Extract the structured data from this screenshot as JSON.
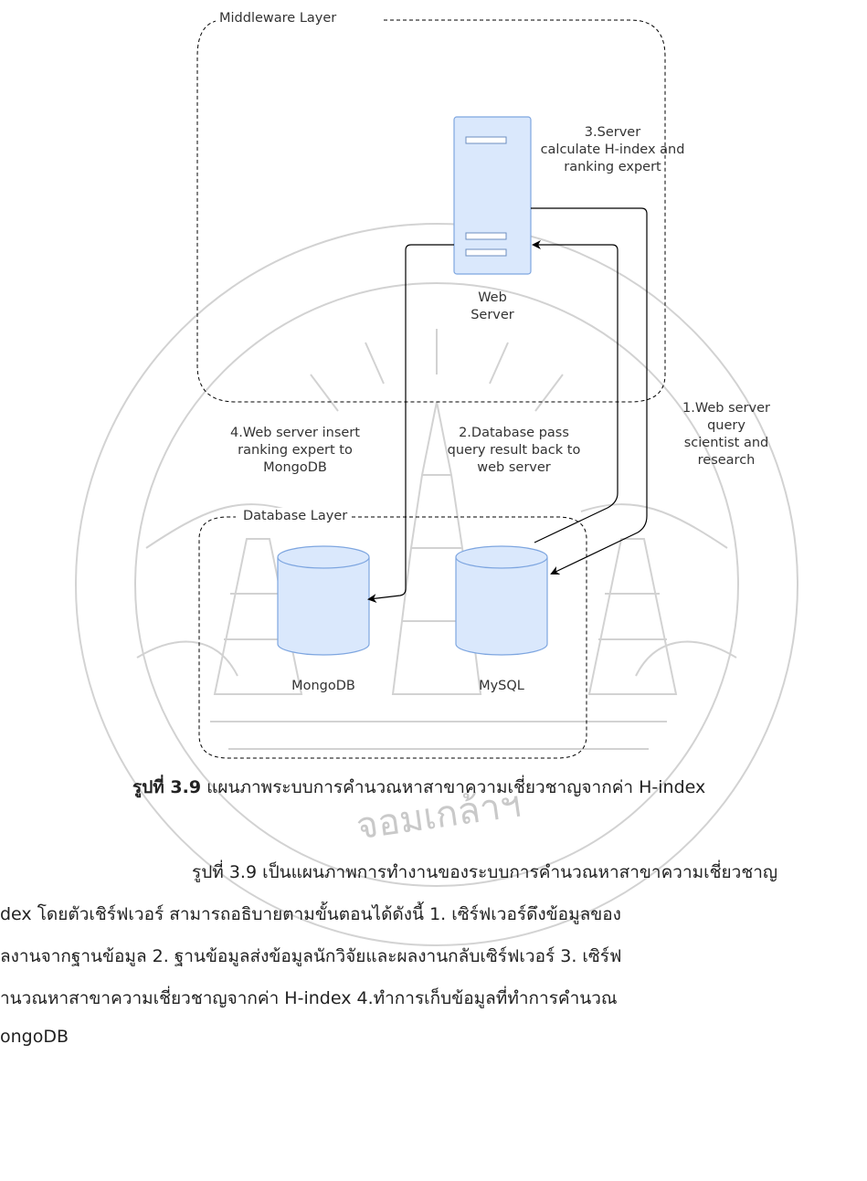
{
  "diagram": {
    "middleware_layer_label": "Middleware Layer",
    "database_layer_label": "Database Layer",
    "web_server_label": [
      "Web",
      "Server"
    ],
    "mongodb_label": "MongoDB",
    "mysql_label": "MySQL",
    "step3_label": [
      "3.Server",
      "calculate H-index and",
      "ranking expert"
    ],
    "step4_label": [
      "4.Web server insert",
      "ranking expert to",
      "MongoDB"
    ],
    "step2_label": [
      "2.Database pass",
      "query result back to",
      "web server"
    ],
    "step1_label": [
      "1.Web server",
      "query",
      "scientist and",
      "research"
    ]
  },
  "caption": {
    "bold": "รูปที่ 3.9",
    "text": " แผนภาพระบบการคำนวณหาสาขาความเชี่ยวชาญจากค่า H-index"
  },
  "paragraph": {
    "lines": [
      "รูปที่   3.9   เป็นแผนภาพการทำงานของระบบการคำนวณหาสาขาความเชี่ยวชาญ",
      "dex  โดยตัวเชิร์ฟเวอร์  สามารถอธิบายตามขั้นตอนได้ดังนี้  1.  เซิร์ฟเวอร์ดึงข้อมูลของ",
      "ลงานจากฐานข้อมูล  2.  ฐานข้อมูลส่งข้อมูลนักวิจัยและผลงานกลับเซิร์ฟเวอร์  3.  เซิร์ฟ",
      "านวณหาสาขาความเชี่ยวชาญจากค่า     H-index     4.ทำการเก็บข้อมูลที่ทำการคำนวณ",
      "ongoDB"
    ]
  },
  "watermark": {
    "text": "จอมเกล้าฯ"
  },
  "colors": {
    "node_fill": "#dae8fc",
    "node_stroke": "#7ea6e0",
    "line": "#000000",
    "dashed": "#000000",
    "watermark": "#bdbdbd"
  }
}
